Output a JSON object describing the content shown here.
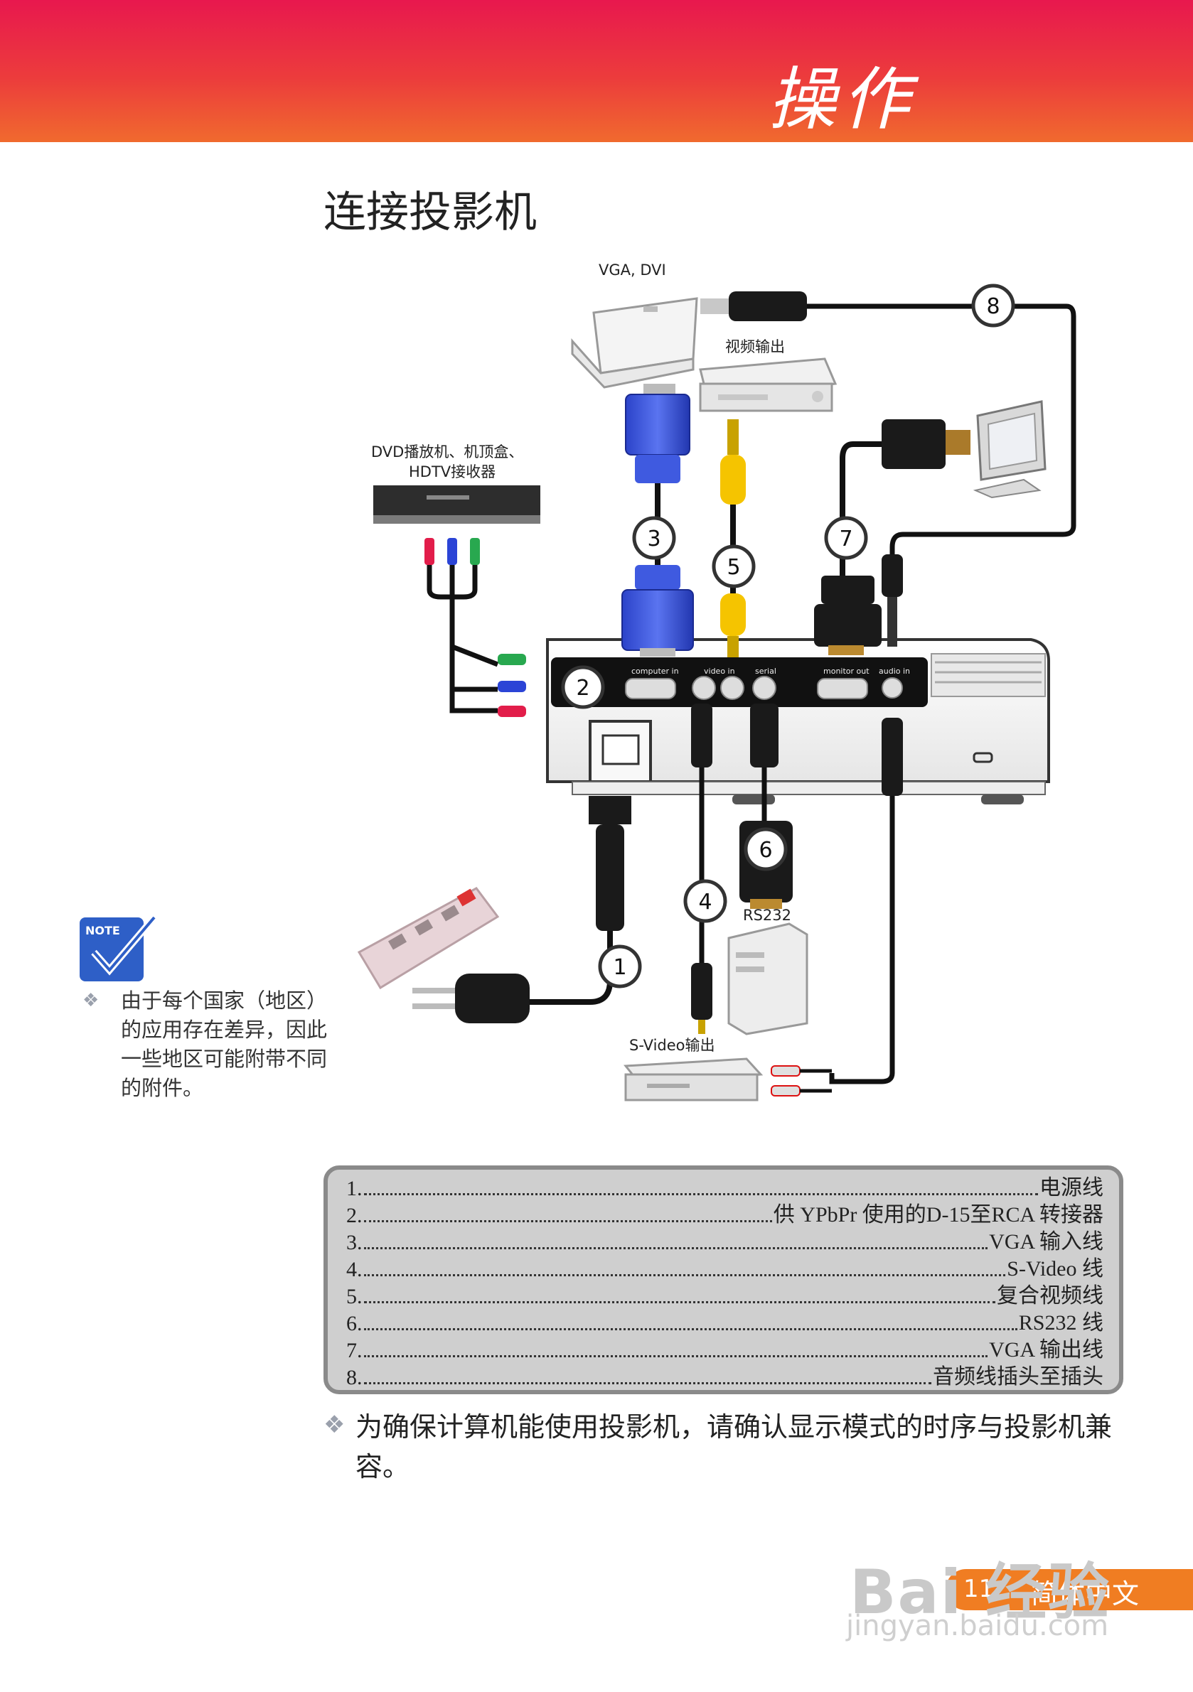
{
  "header": {
    "title": "操作"
  },
  "section_title": "连接投影机",
  "diagram": {
    "labels": {
      "vga_dvi": "VGA, DVI",
      "video_out": "视频输出",
      "dvd": "DVD播放机、机顶盒、",
      "hdtv": "HDTV接收器",
      "rs232": "RS232",
      "svideo_out": "S-Video输出"
    },
    "port_labels": [
      "computer in",
      "video in",
      "serial",
      "monitor out",
      "audio in"
    ],
    "callouts": [
      "1",
      "2",
      "3",
      "4",
      "5",
      "6",
      "7",
      "8"
    ]
  },
  "note": {
    "icon_text": "NOTE",
    "bullet": "❖",
    "text": "由于每个国家（地区）的应用存在差异，因此一些地区可能附带不同的附件。"
  },
  "cable_list": [
    {
      "num": "1.",
      "desc": "电源线"
    },
    {
      "num": "2.",
      "desc": "供 YPbPr 使用的D-15至RCA 转接器"
    },
    {
      "num": "3.",
      "desc": "VGA 输入线"
    },
    {
      "num": "4.",
      "desc": "S-Video 线"
    },
    {
      "num": "5.",
      "desc": "复合视频线"
    },
    {
      "num": "6.",
      "desc": "RS232 线"
    },
    {
      "num": "7.",
      "desc": "VGA 输出线"
    },
    {
      "num": "8.",
      "desc": "音频线插头至插头"
    }
  ],
  "footnote": {
    "bullet": "❖",
    "text": "为确保计算机能使用投影机，请确认显示模式的时序与投影机兼容。"
  },
  "footer": {
    "page": "11",
    "language": "简体中文"
  },
  "watermark": {
    "brand": "Bai 经验",
    "url": "jingyan.baidu.com"
  }
}
